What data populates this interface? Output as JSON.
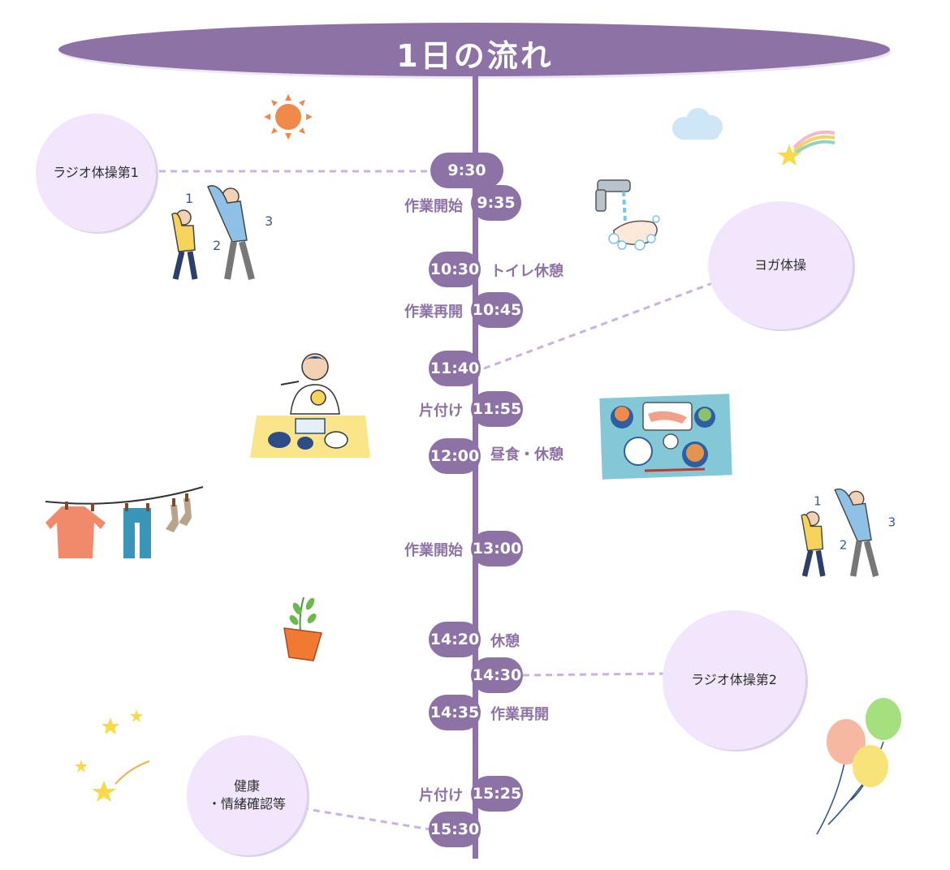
{
  "title": "1日の流れ",
  "colors": {
    "accent": "#8d72a6",
    "circle_fill": "#f1e6fb",
    "dash": "#c9b2e0"
  },
  "timeline": [
    {
      "time": "9:30"
    },
    {
      "time": "9:35",
      "label": "作業開始"
    },
    {
      "time": "10:30",
      "label": "トイレ休憩"
    },
    {
      "time": "10:45",
      "label": "作業再開"
    },
    {
      "time": "11:40"
    },
    {
      "time": "11:55",
      "label": "片付け"
    },
    {
      "time": "12:00",
      "label": "昼食・休憩"
    },
    {
      "time": "13:00",
      "label": "作業開始"
    },
    {
      "time": "14:20",
      "label": "休憩"
    },
    {
      "time": "14:30"
    },
    {
      "time": "14:35",
      "label": "作業再開"
    },
    {
      "time": "15:25",
      "label": "片付け"
    },
    {
      "time": "15:30"
    }
  ],
  "activities": [
    {
      "label": "ラジオ体操第1"
    },
    {
      "label": "ヨガ体操"
    },
    {
      "label": "ラジオ体操第2"
    },
    {
      "label_line1": "健康",
      "label_line2": "・情緒確認等"
    }
  ],
  "illustrations": [
    {
      "icon": "sun-icon"
    },
    {
      "icon": "cloud-icon"
    },
    {
      "icon": "shooting-star-icon"
    },
    {
      "icon": "exercise-people-icon",
      "numbers": [
        "1",
        "2",
        "3"
      ]
    },
    {
      "icon": "hand-washing-icon"
    },
    {
      "icon": "person-eating-icon"
    },
    {
      "icon": "lunch-tray-icon"
    },
    {
      "icon": "laundry-line-icon"
    },
    {
      "icon": "exercise-people-icon",
      "numbers": [
        "1",
        "2",
        "3"
      ]
    },
    {
      "icon": "potted-plant-icon"
    },
    {
      "icon": "stars-icon"
    },
    {
      "icon": "balloons-icon"
    }
  ]
}
